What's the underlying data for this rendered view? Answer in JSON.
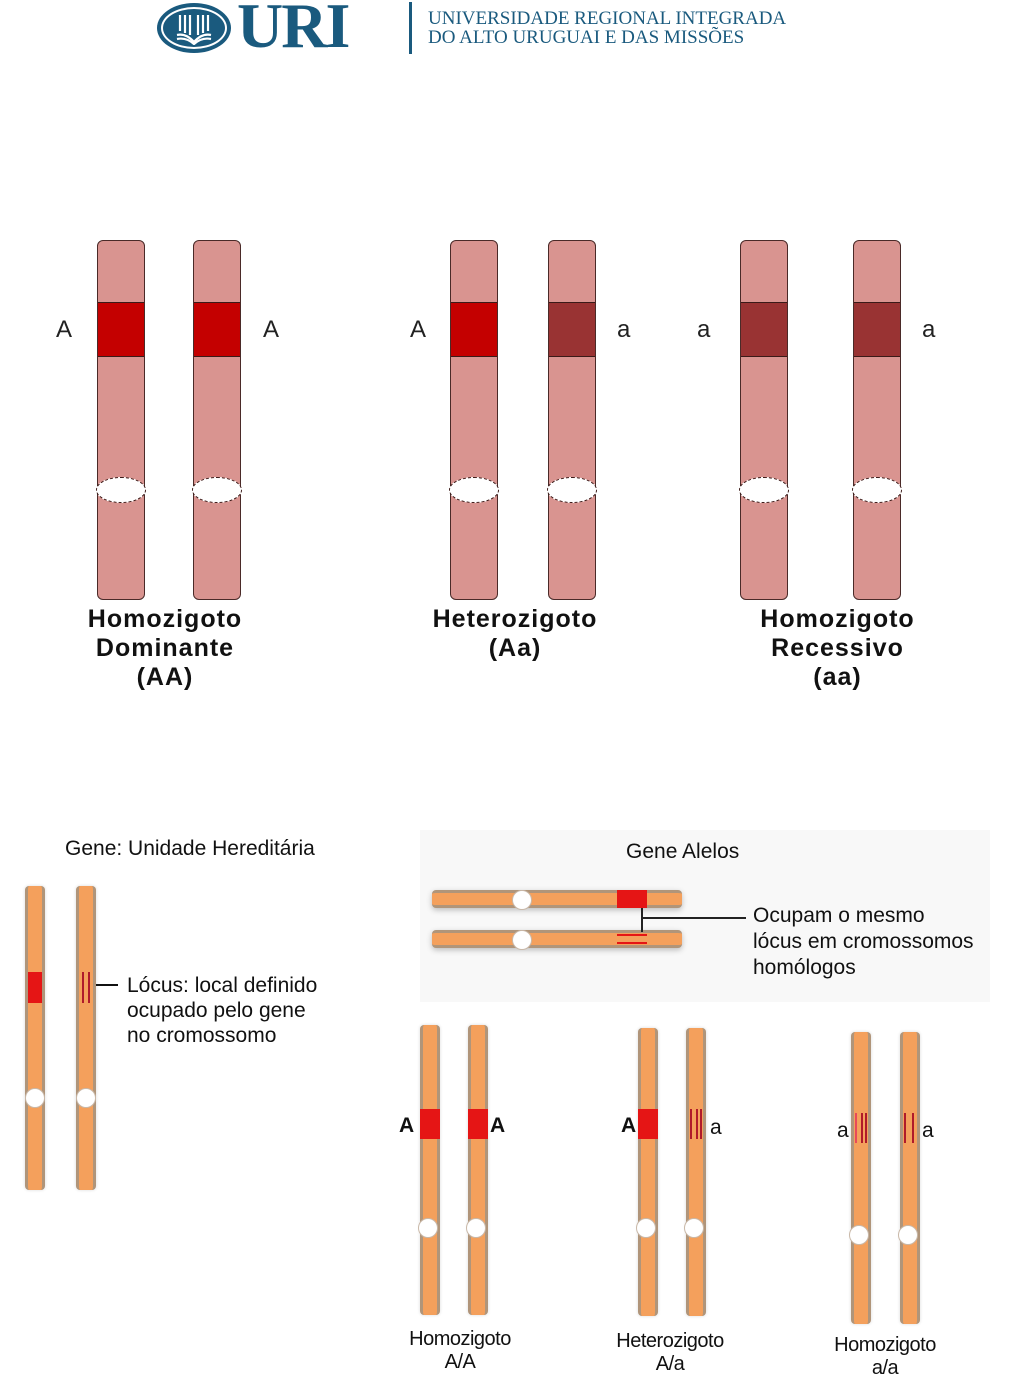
{
  "header": {
    "logo_acronym": "URI",
    "institution_line1": "UNIVERSIDADE REGIONAL INTEGRADA",
    "institution_line2": "DO ALTO URUGUAI E DAS MISSÕES",
    "brand_color": "#1a5a7e"
  },
  "top_diagram": {
    "colors": {
      "chromosome": "#d99490",
      "dominant_band": "#c40000",
      "recessive_band": "#993333",
      "centromere": "#ffffff"
    },
    "groups": [
      {
        "left_label": "A",
        "right_label": "A",
        "caption_lines": [
          "Homozigoto",
          "Dominante",
          "(AA)"
        ],
        "bands": [
          "dominant",
          "dominant"
        ]
      },
      {
        "left_label": "A",
        "right_label": "a",
        "caption_lines": [
          "Heterozigoto",
          "(Aa)"
        ],
        "bands": [
          "dominant",
          "recessive"
        ]
      },
      {
        "left_label": "a",
        "right_label": "a",
        "caption_lines": [
          "Homozigoto",
          "Recessivo",
          "(aa)"
        ],
        "bands": [
          "recessive",
          "recessive"
        ]
      }
    ]
  },
  "bottom_diagram": {
    "colors": {
      "chromosome": "#f4a05c",
      "allele_dominant": "#e51515",
      "allele_recessive_lines": "#b01a2a"
    },
    "gene_unit": {
      "title": "Gene: Unidade Hereditária",
      "locus_lines": [
        "Lócus: local definido",
        "ocupado pelo gene",
        "no cromossomo"
      ]
    },
    "gene_alleles": {
      "title": "Gene Alelos",
      "note_lines": [
        "Ocupam o mesmo",
        "lócus em cromossomos",
        "homólogos"
      ]
    },
    "genotypes": [
      {
        "left_label": "A",
        "right_label": "A",
        "caption_lines": [
          "Homozigoto",
          "A/A"
        ],
        "bands": [
          "solid",
          "solid"
        ]
      },
      {
        "left_label": "A",
        "right_label": "a",
        "caption_lines": [
          "Heterozigoto",
          "A/a"
        ],
        "bands": [
          "solid",
          "lines"
        ]
      },
      {
        "left_label": "a",
        "right_label": "a",
        "caption_lines": [
          "Homozigoto",
          "a/a"
        ],
        "bands": [
          "lines",
          "lines"
        ]
      }
    ]
  }
}
